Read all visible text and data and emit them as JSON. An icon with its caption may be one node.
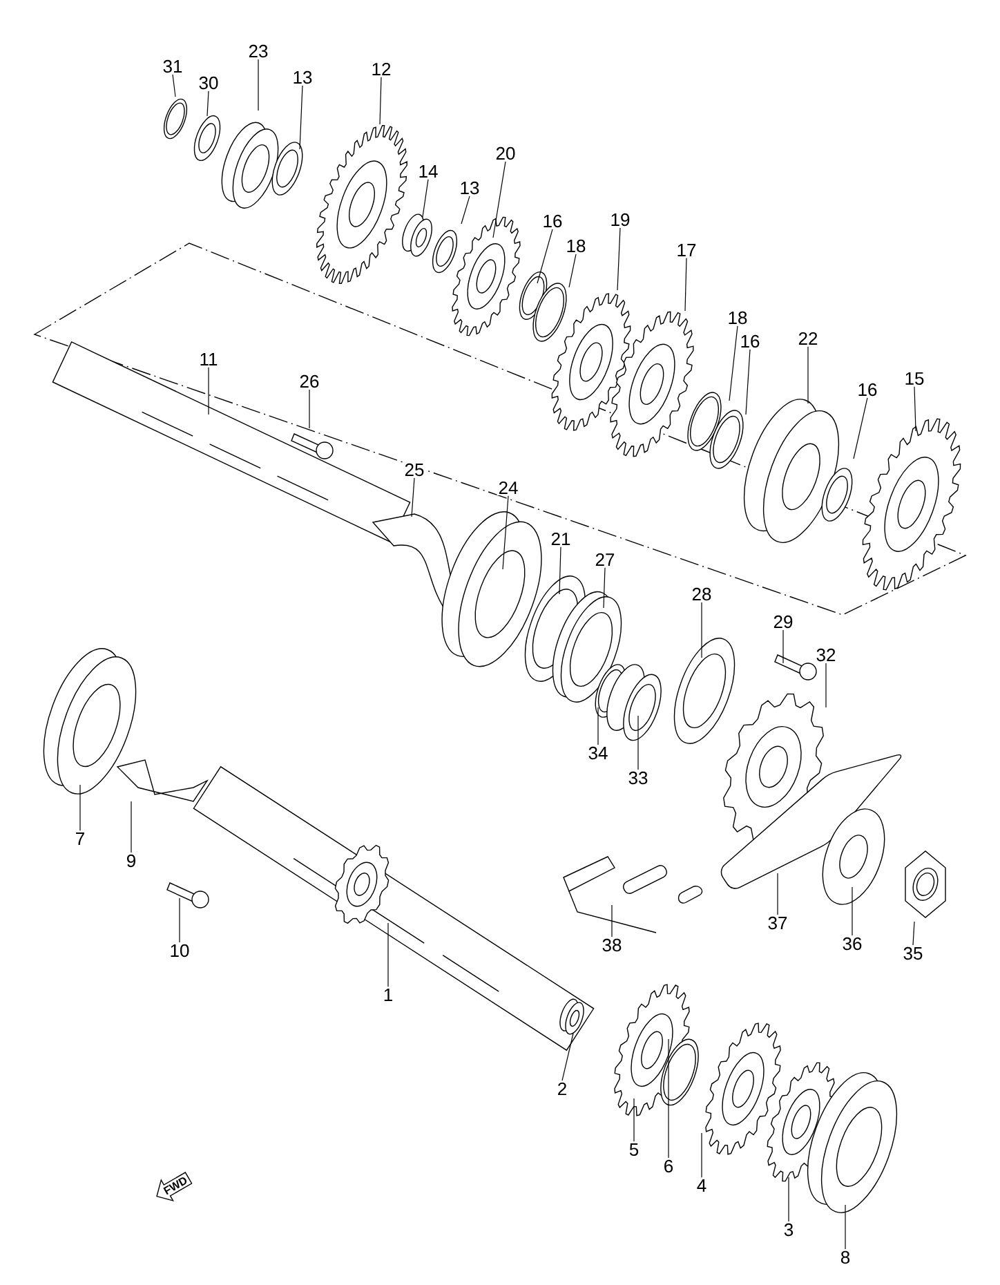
{
  "diagram": {
    "nodes": [
      {
        "text": [
          "31"
        ]
      },
      {
        "text": [
          "30"
        ]
      },
      {
        "text": [
          "23"
        ]
      },
      {
        "text": [
          "13"
        ]
      },
      {
        "text": [
          "12"
        ]
      },
      {
        "text": [
          "14"
        ]
      },
      {
        "text": [
          "13"
        ]
      },
      {
        "text": [
          "20"
        ]
      },
      {
        "text": [
          "16"
        ]
      },
      {
        "text": [
          "18"
        ]
      },
      {
        "text": [
          "19"
        ]
      },
      {
        "text": [
          "17"
        ]
      },
      {
        "text": [
          "18"
        ]
      },
      {
        "text": [
          "16"
        ]
      },
      {
        "text": [
          "22"
        ]
      },
      {
        "text": [
          "16"
        ]
      },
      {
        "text": [
          "15"
        ]
      },
      {
        "text": [
          "11"
        ]
      },
      {
        "text": [
          "26"
        ]
      },
      {
        "text": [
          "25"
        ]
      },
      {
        "text": [
          "24"
        ]
      },
      {
        "text": [
          "21"
        ]
      },
      {
        "text": [
          "27"
        ]
      },
      {
        "text": [
          "28"
        ]
      },
      {
        "text": [
          "29"
        ]
      },
      {
        "text": [
          "32"
        ]
      },
      {
        "text": [
          "34"
        ]
      },
      {
        "text": [
          "33"
        ]
      },
      {
        "text": [
          "7"
        ]
      },
      {
        "text": [
          "9"
        ]
      },
      {
        "text": [
          "38"
        ]
      },
      {
        "text": [
          "37"
        ]
      },
      {
        "text": [
          "36"
        ]
      },
      {
        "text": [
          "35"
        ]
      },
      {
        "text": [
          "10"
        ]
      },
      {
        "text": [
          "1"
        ]
      },
      {
        "text": [
          "2"
        ]
      },
      {
        "text": [
          "5"
        ]
      },
      {
        "text": [
          "6"
        ]
      },
      {
        "text": [
          "4"
        ]
      },
      {
        "text": [
          "3"
        ]
      },
      {
        "text": [
          "8"
        ]
      },
      {
        "text": [
          "FWD"
        ]
      }
    ],
    "edges": [
      {
        "from": 0,
        "to": null,
        "arrow": "none"
      },
      {
        "from": 1,
        "to": null,
        "arrow": "none"
      },
      {
        "from": 2,
        "to": null,
        "arrow": "none"
      },
      {
        "from": 3,
        "to": null,
        "arrow": "none"
      },
      {
        "from": 4,
        "to": null,
        "arrow": "none"
      },
      {
        "from": 5,
        "to": null,
        "arrow": "none"
      },
      {
        "from": 6,
        "to": null,
        "arrow": "none"
      },
      {
        "from": 7,
        "to": null,
        "arrow": "none"
      },
      {
        "from": 8,
        "to": null,
        "arrow": "none"
      },
      {
        "from": 9,
        "to": null,
        "arrow": "none"
      },
      {
        "from": 10,
        "to": null,
        "arrow": "none"
      },
      {
        "from": 11,
        "to": null,
        "arrow": "none"
      },
      {
        "from": 12,
        "to": null,
        "arrow": "none"
      },
      {
        "from": 13,
        "to": null,
        "arrow": "none"
      },
      {
        "from": 14,
        "to": null,
        "arrow": "none"
      },
      {
        "from": 15,
        "to": null,
        "arrow": "none"
      },
      {
        "from": 16,
        "to": null,
        "arrow": "none"
      },
      {
        "from": 17,
        "to": null,
        "arrow": "none"
      },
      {
        "from": 18,
        "to": null,
        "arrow": "none"
      },
      {
        "from": 19,
        "to": null,
        "arrow": "none"
      },
      {
        "from": 20,
        "to": null,
        "arrow": "none"
      },
      {
        "from": 21,
        "to": null,
        "arrow": "none"
      },
      {
        "from": 22,
        "to": null,
        "arrow": "none"
      },
      {
        "from": 23,
        "to": null,
        "arrow": "none"
      },
      {
        "from": 24,
        "to": null,
        "arrow": "none"
      },
      {
        "from": 25,
        "to": null,
        "arrow": "none"
      },
      {
        "from": 26,
        "to": null,
        "arrow": "none"
      },
      {
        "from": 27,
        "to": null,
        "arrow": "none"
      },
      {
        "from": 28,
        "to": null,
        "arrow": "none"
      },
      {
        "from": 29,
        "to": null,
        "arrow": "none"
      },
      {
        "from": 30,
        "to": null,
        "arrow": "none"
      },
      {
        "from": 31,
        "to": null,
        "arrow": "none"
      },
      {
        "from": 32,
        "to": null,
        "arrow": "none"
      },
      {
        "from": 33,
        "to": null,
        "arrow": "none"
      },
      {
        "from": 34,
        "to": null,
        "arrow": "none"
      },
      {
        "from": 35,
        "to": null,
        "arrow": "none"
      },
      {
        "from": 36,
        "to": null,
        "arrow": "none"
      },
      {
        "from": 37,
        "to": null,
        "arrow": "none"
      },
      {
        "from": 38,
        "to": null,
        "arrow": "none"
      },
      {
        "from": 39,
        "to": null,
        "arrow": "none"
      },
      {
        "from": 40,
        "to": null,
        "arrow": "none"
      },
      {
        "from": 41,
        "to": null,
        "arrow": "none"
      }
    ]
  }
}
